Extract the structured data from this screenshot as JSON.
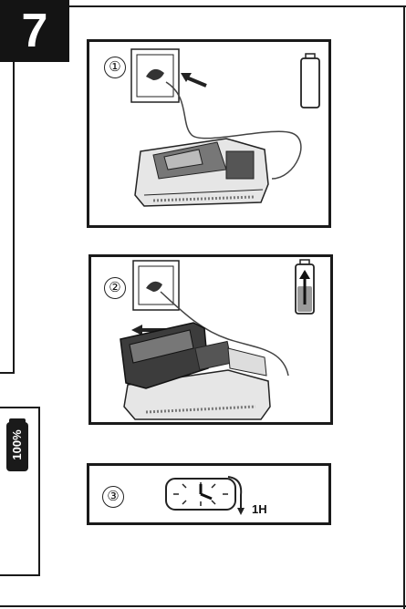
{
  "step": {
    "number": "7"
  },
  "panels": [
    {
      "marker": "①",
      "battery": "empty-battery-icon"
    },
    {
      "marker": "②",
      "battery": "charging-battery-icon"
    },
    {
      "marker": "③",
      "duration": "1H"
    }
  ],
  "side": {
    "label": "100%"
  },
  "colors": {
    "line": "#1a1a1a",
    "charge": "#9a9a9a",
    "device": "#555555"
  }
}
